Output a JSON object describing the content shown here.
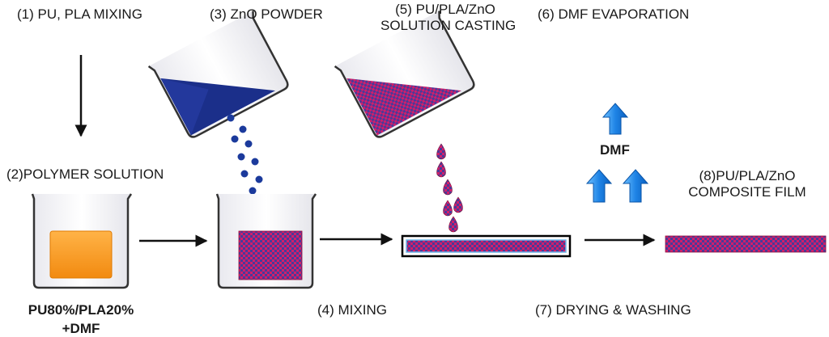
{
  "steps": {
    "s1": "(1) PU, PLA MIXING",
    "s2": "(2)POLYMER SOLUTION",
    "s3": "(3) ZnO POWDER",
    "s4": "(4) MIXING",
    "s5_line1": "(5) PU/PLA/ZnO",
    "s5_line2": "SOLUTION CASTING",
    "s6": "(6) DMF EVAPORATION",
    "s7": "(7) DRYING & WASHING",
    "s8_line1": "(8)PU/PLA/ZnO",
    "s8_line2": "COMPOSITE FILM"
  },
  "labels": {
    "composition_line1": "PU80%/PLA20%",
    "composition_line2": "+DMF",
    "dmf": "DMF"
  },
  "colors": {
    "polymer_orange": "#f7941d",
    "zno_blue": "#1b2f8a",
    "mix_magenta": "#d01f6a",
    "mix_blue": "#4a3a9a",
    "vapor_arrow": "#2a8ee8",
    "film_outline": "#000000"
  },
  "icons": {
    "beaker": "beaker-icon",
    "tilted_beaker": "tilted-beaker-icon",
    "arrow": "arrow-right-icon",
    "vapor": "arrow-up-icon"
  }
}
